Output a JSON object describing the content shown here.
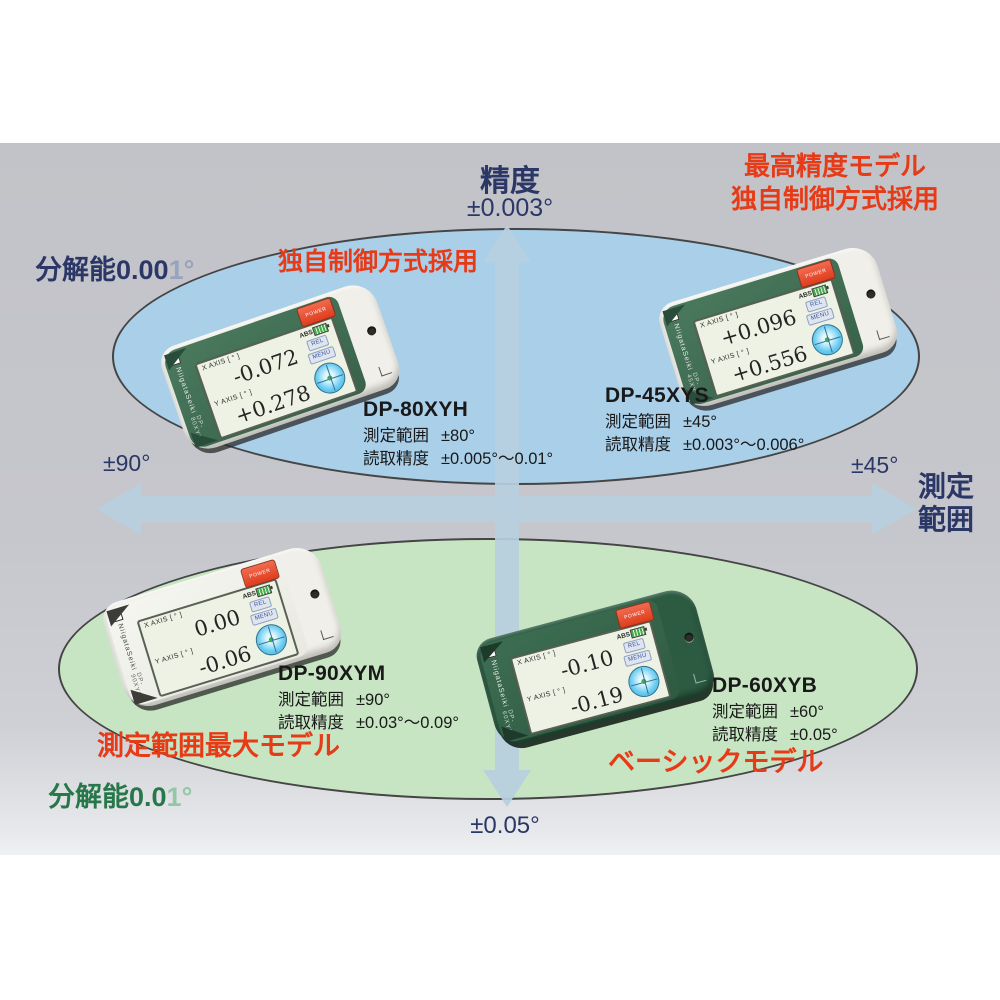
{
  "palette": {
    "background": "#ffffff",
    "panel_gray": "#c4c5ca",
    "blue_zone": "#a9cfe9",
    "green_zone": "#c7e5c3",
    "axis_arrow": "#b7cfe0",
    "navy_text": "#2b3766",
    "red_text": "#e73a17",
    "green_text": "#27774a"
  },
  "axes": {
    "vertical": {
      "title": "精度",
      "top_value": "±0.003°",
      "bottom_value": "±0.05°"
    },
    "horizontal": {
      "left_value": "±90°",
      "right_value": "±45°",
      "title_line1": "測定",
      "title_line2": "範囲"
    }
  },
  "zones": {
    "top": {
      "resolution_prefix": "分解能0.00",
      "resolution_suffix": "1°"
    },
    "bottom": {
      "resolution_prefix": "分解能0.0",
      "resolution_suffix": "1°"
    }
  },
  "callouts": {
    "top_right_line1": "最高精度モデル",
    "top_right_line2": "独自制御方式採用",
    "top_left": "独自制御方式採用",
    "bottom_left": "測定範囲最大モデル",
    "bottom_right": "ベーシックモデル"
  },
  "products": [
    {
      "model": "DP-80XYH",
      "specs": [
        {
          "label": "測定範囲",
          "value": "±80°"
        },
        {
          "label": "読取精度",
          "value": "±0.005°～0.01°"
        }
      ],
      "display": {
        "brand": "NiigataSeiki",
        "x_label": "X AXIS [ ° ]",
        "x_value": "-0.072",
        "y_label": "Y AXIS [ ° ]",
        "y_value": "+0.278",
        "mode": "ABS",
        "rel": "REL",
        "menu": "MENU",
        "power": "POWER"
      }
    },
    {
      "model": "DP-45XYS",
      "specs": [
        {
          "label": "測定範囲",
          "value": "±45°"
        },
        {
          "label": "読取精度",
          "value": "±0.003°～0.006°"
        }
      ],
      "display": {
        "brand": "NiigataSeiki",
        "x_label": "X AXIS [ ° ]",
        "x_value": "+0.096",
        "y_label": "Y AXIS [ ° ]",
        "y_value": "+0.556",
        "mode": "ABS",
        "rel": "REL",
        "menu": "MENU",
        "power": "POWER"
      }
    },
    {
      "model": "DP-90XYM",
      "specs": [
        {
          "label": "測定範囲",
          "value": "±90°"
        },
        {
          "label": "読取精度",
          "value": "±0.03°～0.09°"
        }
      ],
      "display": {
        "brand": "NiigataSeiki",
        "x_label": "X AXIS [ ° ]",
        "x_value": "0.00",
        "y_label": "Y AXIS [ ° ]",
        "y_value": "-0.06",
        "mode": "ABS",
        "rel": "REL",
        "menu": "MENU",
        "power": "POWER"
      }
    },
    {
      "model": "DP-60XYB",
      "specs": [
        {
          "label": "測定範囲",
          "value": "±60°"
        },
        {
          "label": "読取精度",
          "value": "±0.05°"
        }
      ],
      "display": {
        "brand": "NiigataSeiki",
        "x_label": "X AXIS [ ° ]",
        "x_value": "-0.10",
        "y_label": "Y AXIS [ ° ]",
        "y_value": "-0.19",
        "mode": "ABS",
        "rel": "REL",
        "menu": "MENU",
        "power": "POWER"
      }
    }
  ]
}
